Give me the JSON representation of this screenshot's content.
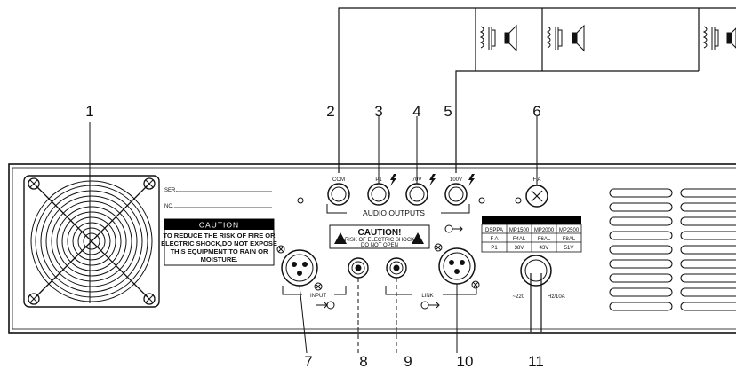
{
  "callouts": [
    "1",
    "2",
    "3",
    "4",
    "5",
    "6",
    "7",
    "8",
    "9",
    "10",
    "11"
  ],
  "panel_labels": {
    "ser": "SER.",
    "no": "NO.",
    "com": "COM",
    "p1": "P1",
    "v70": "70V",
    "v100": "100V",
    "fa": "F A",
    "audio_outputs": "AUDIO OUTPUTS",
    "input": "INPUT",
    "link": "LINK",
    "power": "~220",
    "power_rating": "Hz/10A"
  },
  "caution_label": {
    "title": "CAUTION",
    "lines": [
      "TO REDUCE THE RISK OF FIRE OR",
      "ELECTRIC SHOCK,DO NOT EXPOSE",
      "THIS EQUIPMENT TO RAIN OR",
      "MOISTURE."
    ]
  },
  "caution_box": {
    "title": "CAUTION!",
    "line1": "RISK OF ELECTRIC SHOCK",
    "line2": "DO NOT OPEN"
  },
  "fuse_table": {
    "header": [
      "DSPPA",
      "MP1500",
      "MP2000",
      "MP2500"
    ],
    "rows": [
      [
        "F A",
        "F4AL",
        "F6AL",
        "F8AL"
      ],
      [
        "P1",
        "38V",
        "43V",
        "51V"
      ]
    ]
  },
  "colors": {
    "line": "#111111",
    "panel_fill": "#ffffff",
    "label_fill": "#000000"
  }
}
